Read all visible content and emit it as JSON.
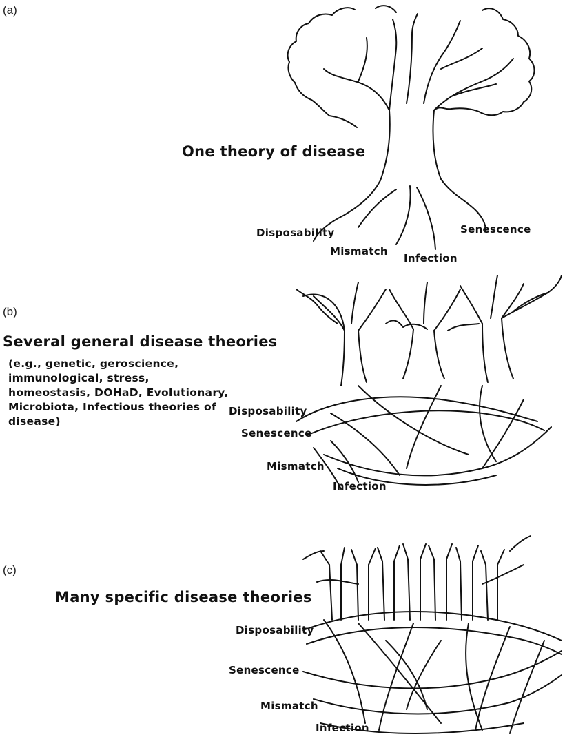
{
  "panels": [
    {
      "letter": "(a)",
      "title": "One theory of disease",
      "roots": [
        "Disposability",
        "Mismatch",
        "Infection",
        "Senescence"
      ]
    },
    {
      "letter": "(b)",
      "title": "Several general disease theories",
      "note": "(e.g., genetic, geroscience, immunological, stress, homeostasis, DOHaD, Evolutionary, Microbiota, Infectious theories of disease)",
      "roots": [
        "Disposability",
        "Senescence",
        "Mismatch",
        "Infection"
      ]
    },
    {
      "letter": "(c)",
      "title": "Many specific disease theories",
      "roots": [
        "Disposability",
        "Senescence",
        "Mismatch",
        "Infection"
      ]
    }
  ]
}
